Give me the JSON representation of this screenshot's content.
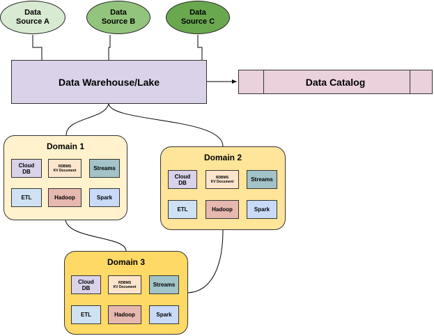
{
  "sources": [
    {
      "label": "Data\nSource A",
      "color": "#d9ead3"
    },
    {
      "label": "Data\nSource B",
      "color": "#93c47d"
    },
    {
      "label": "Data\nSource C",
      "color": "#6aa84f"
    }
  ],
  "warehouse": {
    "label": "Data Warehouse/Lake",
    "color": "#d9d2e9"
  },
  "catalog": {
    "label": "Data Catalog",
    "color": "#ead1dc"
  },
  "domains": [
    {
      "title": "Domain 1",
      "color": "#fff2cc",
      "tiles": [
        {
          "label": "Cloud\nDB",
          "color": "#d9d2e9"
        },
        {
          "label": "RDBMS\nKV Document",
          "color": "#fce5cd"
        },
        {
          "label": "Streams",
          "color": "#a2c4c9"
        },
        {
          "label": "ETL",
          "color": "#cfe2f3"
        },
        {
          "label": "Hadoop",
          "color": "#e6b8af"
        },
        {
          "label": "Spark",
          "color": "#c9daf8"
        }
      ]
    },
    {
      "title": "Domain 2",
      "color": "#ffe599",
      "tiles": [
        {
          "label": "Cloud\nDB",
          "color": "#d9d2e9"
        },
        {
          "label": "RDBMS\nKV Document",
          "color": "#fce5cd"
        },
        {
          "label": "Streams",
          "color": "#a2c4c9"
        },
        {
          "label": "ETL",
          "color": "#cfe2f3"
        },
        {
          "label": "Hadoop",
          "color": "#e6b8af"
        },
        {
          "label": "Spark",
          "color": "#c9daf8"
        }
      ]
    },
    {
      "title": "Domain 3",
      "color": "#ffd966",
      "tiles": [
        {
          "label": "Cloud\nDB",
          "color": "#d9d2e9"
        },
        {
          "label": "RDBMS\nKV Document",
          "color": "#fce5cd"
        },
        {
          "label": "Streams",
          "color": "#a2c4c9"
        },
        {
          "label": "ETL",
          "color": "#cfe2f3"
        },
        {
          "label": "Hadoop",
          "color": "#e6b8af"
        },
        {
          "label": "Spark",
          "color": "#c9daf8"
        }
      ]
    }
  ]
}
